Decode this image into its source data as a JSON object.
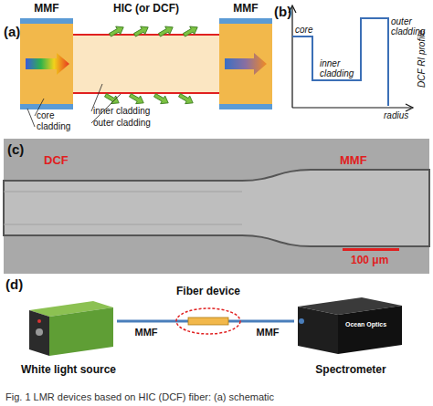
{
  "diagram": {
    "caption": "Fig. 1 LMR devices based on HIC (DCF) fiber: (a) schematic",
    "nodes": [
      {
        "text": [
          "MMF"
        ]
      },
      {
        "text": [
          "HIC (or DCF)"
        ]
      },
      {
        "text": [
          "MMF"
        ]
      },
      {
        "text": [
          "White light source"
        ]
      },
      {
        "text": [
          "Fiber device"
        ]
      },
      {
        "text": [
          "Spectrometer"
        ]
      }
    ],
    "edges": [
      {
        "from": 3,
        "to": 4,
        "label": "MMF",
        "arrow": "none"
      },
      {
        "from": 4,
        "to": 5,
        "label": "MMF",
        "arrow": "none"
      }
    ],
    "labels": [
      "(a)",
      "core",
      "cladding",
      "inner cladding",
      "outer cladding",
      "(b)",
      "DCF RI profile",
      "core",
      "inner cladding",
      "outer cladding",
      "radius",
      "(c)",
      "DCF",
      "MMF",
      "100 μm",
      "(d)",
      "Ocean Optics"
    ]
  }
}
